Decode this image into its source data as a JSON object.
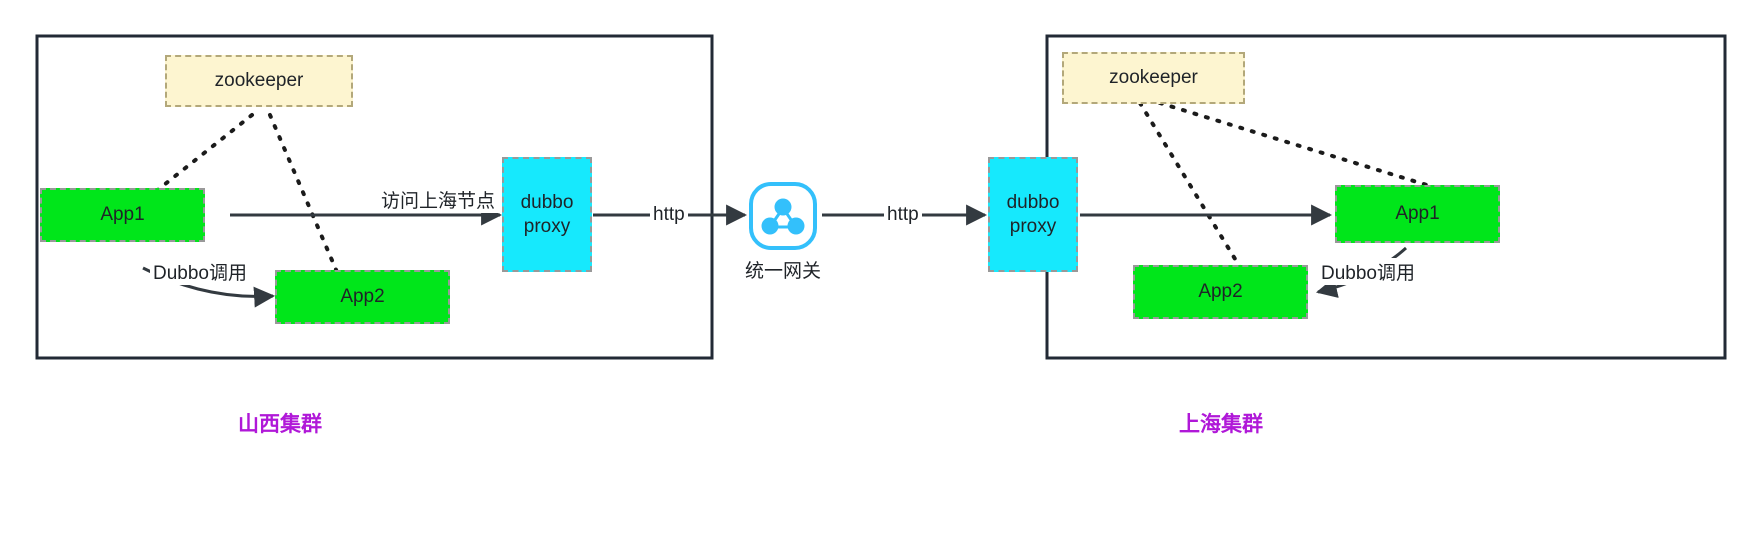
{
  "diagram": {
    "title_left_cluster": "山西集群",
    "title_right_cluster": "上海集群",
    "colors": {
      "app_green": "#00e61a",
      "proxy_cyan": "#16e9fd",
      "zookeeper_yellow": "#fdf5d0",
      "cluster_border": "#222a35",
      "node_border_dashed": "#999999",
      "cluster_label_purple": "#b018d8",
      "gateway_blue": "#33c0fb",
      "edge_black": "#333a40"
    },
    "left_cluster": {
      "name": "山西集群",
      "nodes": {
        "zookeeper": "zookeeper",
        "app1": "App1",
        "app2": "App2",
        "dubbo_proxy": "dubbo\nproxy",
        "dubbo_proxy_line1": "dubbo",
        "dubbo_proxy_line2": "proxy"
      },
      "edges": {
        "app1_to_proxy": "访问上海节点",
        "app1_to_app2": "Dubbo调用",
        "zk_to_app1": "",
        "zk_to_app2": ""
      }
    },
    "gateway": {
      "caption": "统一网关",
      "icon": "network-share-icon",
      "in_edge": "http",
      "out_edge": "http"
    },
    "right_cluster": {
      "name": "上海集群",
      "nodes": {
        "zookeeper": "zookeeper",
        "app1": "App1",
        "app2": "App2",
        "dubbo_proxy_line1": "dubbo",
        "dubbo_proxy_line2": "proxy"
      },
      "edges": {
        "proxy_to_app1": "",
        "app1_to_app2": "Dubbo调用",
        "zk_to_app1": "",
        "zk_to_app2": ""
      }
    }
  }
}
